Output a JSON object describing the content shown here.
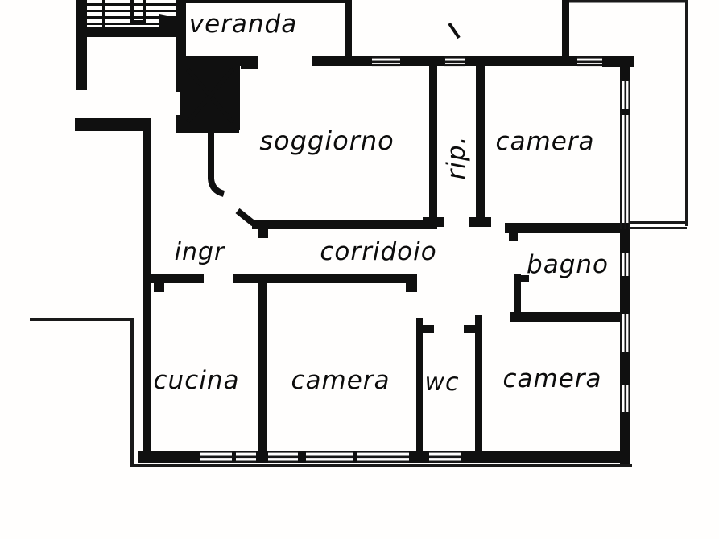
{
  "plan": {
    "type": "apartment-floor-plan",
    "colors": {
      "ink": "#101010",
      "paper": "#fffefd"
    },
    "rooms": [
      {
        "id": "veranda",
        "label": "veranda"
      },
      {
        "id": "soggiorno",
        "label": "soggiorno"
      },
      {
        "id": "ripostiglio",
        "label": "rip."
      },
      {
        "id": "camera-top",
        "label": "camera"
      },
      {
        "id": "ingresso",
        "label": "ingr"
      },
      {
        "id": "corridoio",
        "label": "corridoio"
      },
      {
        "id": "bagno",
        "label": "bagno"
      },
      {
        "id": "cucina",
        "label": "cucina"
      },
      {
        "id": "camera-mid",
        "label": "camera"
      },
      {
        "id": "wc",
        "label": "wc"
      },
      {
        "id": "camera-right",
        "label": "camera"
      }
    ],
    "features": [
      "staircase",
      "elevator",
      "balcony-right",
      "balcony-left-strip"
    ]
  }
}
